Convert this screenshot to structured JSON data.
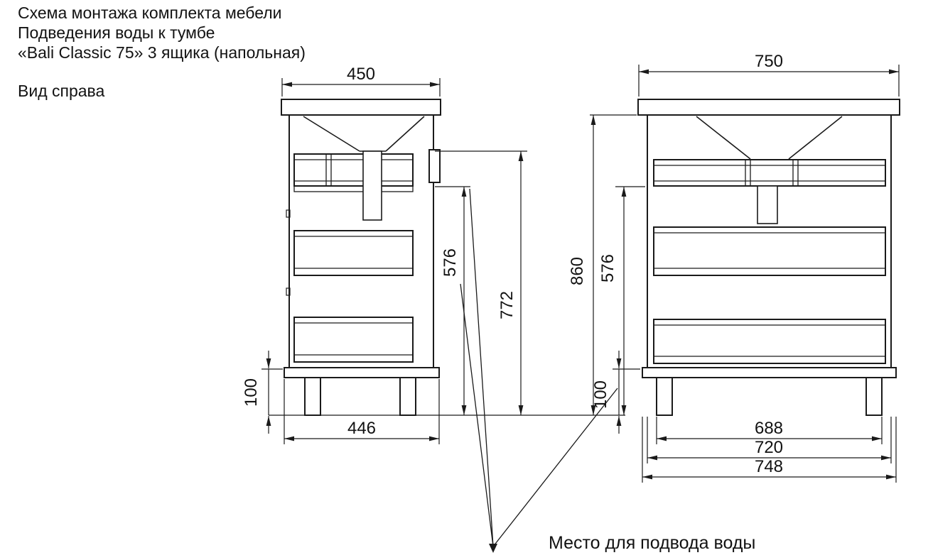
{
  "header": {
    "title_line1": "Схема монтажа комплекта мебели",
    "title_line2": "Подведения воды к тумбе",
    "title_line3": "«Bali Classic 75» 3 ящика (напольная)",
    "view_label": "Вид справа"
  },
  "side_view": {
    "top_width": "450",
    "bottom_width": "446",
    "leg_height": "100",
    "drain_height": "576",
    "pipe_height": "772"
  },
  "front_view": {
    "top_width": "750",
    "total_height": "860",
    "drain_height": "576",
    "leg_height": "100",
    "legs_span": "688",
    "body_width": "720",
    "base_width": "748"
  },
  "annotation": {
    "water_supply_label": "Место для подвода воды"
  }
}
